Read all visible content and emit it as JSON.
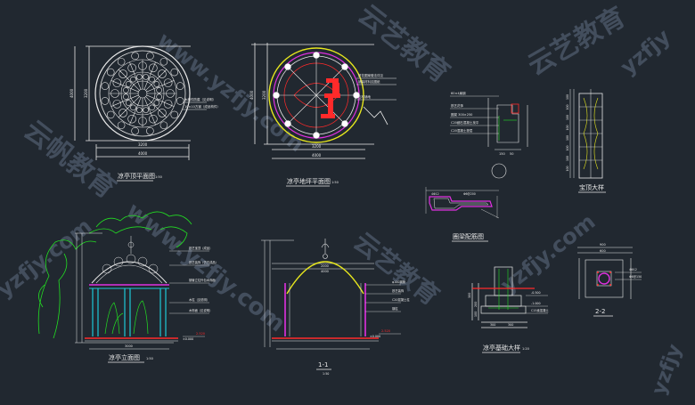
{
  "colors": {
    "background": "#212830",
    "line_white": "#e8e8e8",
    "line_yellow": "#e6e61e",
    "line_red": "#ff2a2a",
    "line_green": "#22e022",
    "line_cyan": "#1ec8d8",
    "line_magenta": "#e030e0",
    "watermark": "#4a5566"
  },
  "watermarks": {
    "brand_left": "云帆教育",
    "url_center_top": "www.yzfjy.com",
    "brand_center": "云艺教育",
    "brand_right": "云艺教育",
    "url_right_top": "yzfjy",
    "url_left_bottom": "yzfjy.com",
    "url_center_bottom": "www.yzfjy.com",
    "url_right_bottom": "yzfjy.com",
    "brand_bottom": "云艺教育",
    "url_far_right": "yzfjy"
  },
  "drawings": {
    "roof_plan": {
      "title": "凉亭顶平面图",
      "scale": "1:50",
      "dim_h": "4000",
      "dim_h2": "3200",
      "dim_v": "4000",
      "dim_v2": "3200",
      "note": "木构件防腐（见说明）",
      "note2": "10×10方钢（成品构件）"
    },
    "floor_plan": {
      "title": "凉亭地坪平面图",
      "scale": "1:50",
      "dim_h": "4000",
      "dim_h2": "3200",
      "dim_v": "4000",
      "dim_v2": "3200",
      "notes": [
        "拼花图案做法详见",
        "铺装材料见图纸",
        "石材铺地"
      ]
    },
    "detail_a": {
      "notes": [
        "60×4扁钢",
        "铁艺花饰",
        "圈梁 300×250",
        "C20细石混凝土找平",
        "C20混凝土垫层"
      ],
      "dims": [
        "150",
        "50"
      ]
    },
    "roof_ornament": {
      "title": "宝顶大样",
      "dims": [
        "100",
        "100",
        "100",
        "100",
        "100",
        "100",
        "100",
        "100"
      ]
    },
    "ring_beam": {
      "title": "圈梁配筋图",
      "notes": [
        "4Φ12",
        "Φ6@200"
      ]
    },
    "elevation": {
      "title": "凉亭立面图",
      "scale": "1:50",
      "dim": "3000",
      "level": "2.520",
      "ground": "±0.000",
      "notes": [
        "铁艺宝顶（成品）",
        "铁艺装饰（仿古成品）",
        "钢管立柱外包木饰面",
        "木柱（见说明）",
        "木饰面（见说明）"
      ]
    },
    "section": {
      "title": "1-1",
      "scale": "1:50",
      "dims": [
        "2000",
        "4000"
      ],
      "level": "2.520",
      "ground": "±0.000",
      "notes": [
        "φ100钢管",
        "铁艺装饰",
        "C20混凝土柱",
        "钢柱"
      ]
    },
    "foundation": {
      "title": "凉亭基础大样",
      "scale": "1:20",
      "dims": [
        "300",
        "200",
        "100",
        "300",
        "300"
      ],
      "notes": [
        "-0.500",
        "-1.000",
        "C15素混凝土"
      ]
    },
    "section_2": {
      "title": "2-2",
      "dims": [
        "900",
        "600"
      ],
      "notes": [
        "4Φ12",
        "Φ6@150"
      ]
    }
  }
}
